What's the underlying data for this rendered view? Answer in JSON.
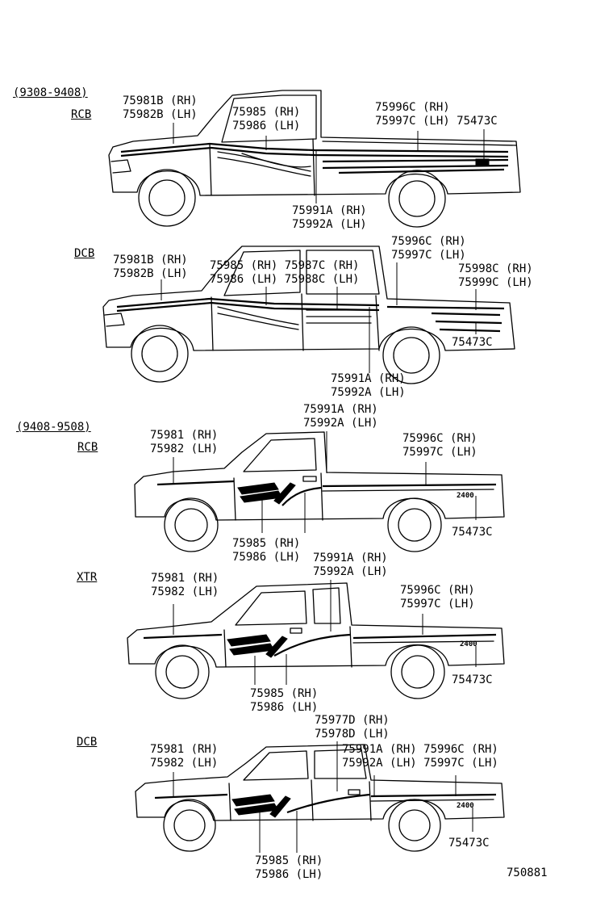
{
  "diagram": {
    "ref_number": "750881",
    "periods": [
      {
        "range": "(9308-9408)",
        "body_types": [
          {
            "name": "RCB",
            "callouts": [
              {
                "lines": [
                  "75981B (RH)",
                  "75982B (LH)"
                ]
              },
              {
                "lines": [
                  "75985 (RH)",
                  "75986 (LH)"
                ]
              },
              {
                "lines": [
                  "75996C (RH)",
                  "75997C (LH) 75473C"
                ]
              },
              {
                "lines": [
                  "75991A (RH)",
                  "75992A (LH)"
                ]
              }
            ]
          },
          {
            "name": "DCB",
            "callouts": [
              {
                "lines": [
                  "75981B (RH)",
                  "75982B (LH)"
                ]
              },
              {
                "lines": [
                  "75985 (RH) 75987C (RH)",
                  "75986 (LH) 75988C (LH)"
                ]
              },
              {
                "lines": [
                  "75996C (RH)",
                  "75997C (LH)"
                ]
              },
              {
                "lines": [
                  "75998C (RH)",
                  "75999C (LH)"
                ]
              },
              {
                "lines": [
                  "75473C"
                ]
              },
              {
                "lines": [
                  "75991A (RH)",
                  "75992A (LH)"
                ]
              }
            ]
          }
        ]
      },
      {
        "range": "(9408-9508)",
        "body_types": [
          {
            "name": "RCB",
            "callouts": [
              {
                "lines": [
                  "75991A (RH)",
                  "75992A (LH)"
                ]
              },
              {
                "lines": [
                  "75981 (RH)",
                  "75982 (LH)"
                ]
              },
              {
                "lines": [
                  "75996C (RH)",
                  "75997C (LH)"
                ]
              },
              {
                "lines": [
                  "75985 (RH)",
                  "75986 (LH)"
                ]
              },
              {
                "lines": [
                  "75473C"
                ]
              }
            ]
          },
          {
            "name": "XTR",
            "callouts": [
              {
                "lines": [
                  "75991A (RH)",
                  "75992A (LH)"
                ]
              },
              {
                "lines": [
                  "75981 (RH)",
                  "75982 (LH)"
                ]
              },
              {
                "lines": [
                  "75996C (RH)",
                  "75997C (LH)"
                ]
              },
              {
                "lines": [
                  "75985 (RH)",
                  "75986 (LH)"
                ]
              },
              {
                "lines": [
                  "75473C"
                ]
              }
            ]
          },
          {
            "name": "DCB",
            "callouts": [
              {
                "lines": [
                  "75977D (RH)",
                  "75978D (LH)"
                ]
              },
              {
                "lines": [
                  "75981 (RH)",
                  "75982 (LH)"
                ]
              },
              {
                "lines": [
                  "75991A (RH) 75996C (RH)",
                  "75992A (LH) 75997C (LH)"
                ]
              },
              {
                "lines": [
                  "75985 (RH)",
                  "75986 (LH)"
                ]
              },
              {
                "lines": [
                  "75473C"
                ]
              }
            ]
          }
        ]
      }
    ],
    "badge_text": "2400"
  }
}
